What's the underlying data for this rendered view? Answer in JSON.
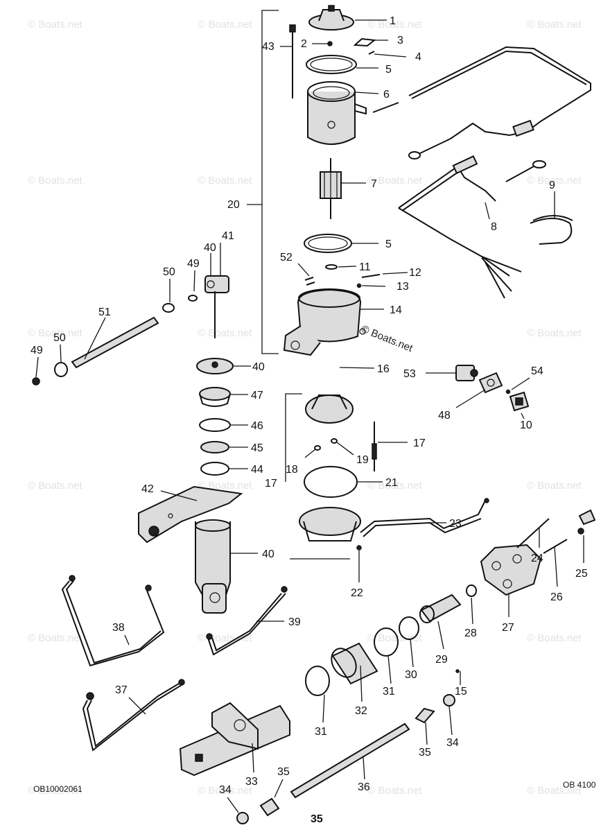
{
  "watermark": {
    "text": "© Boats.net"
  },
  "footer": {
    "left_code": "OB10002061",
    "right_code": "OB 4100",
    "page_number": "35"
  },
  "callouts": [
    "1",
    "2",
    "3",
    "4",
    "5",
    "6",
    "43",
    "20",
    "7",
    "8",
    "9",
    "5",
    "52",
    "11",
    "12",
    "13",
    "14",
    "41",
    "40",
    "49",
    "50",
    "51",
    "50",
    "49",
    "40",
    "16",
    "53",
    "54",
    "48",
    "10",
    "47",
    "46",
    "45",
    "44",
    "17",
    "18",
    "19",
    "17",
    "21",
    "42",
    "40",
    "23",
    "22",
    "24",
    "25",
    "26",
    "27",
    "28",
    "38",
    "39",
    "29",
    "30",
    "31",
    "32",
    "15",
    "31",
    "37",
    "35",
    "34",
    "33",
    "35",
    "36",
    "34"
  ]
}
